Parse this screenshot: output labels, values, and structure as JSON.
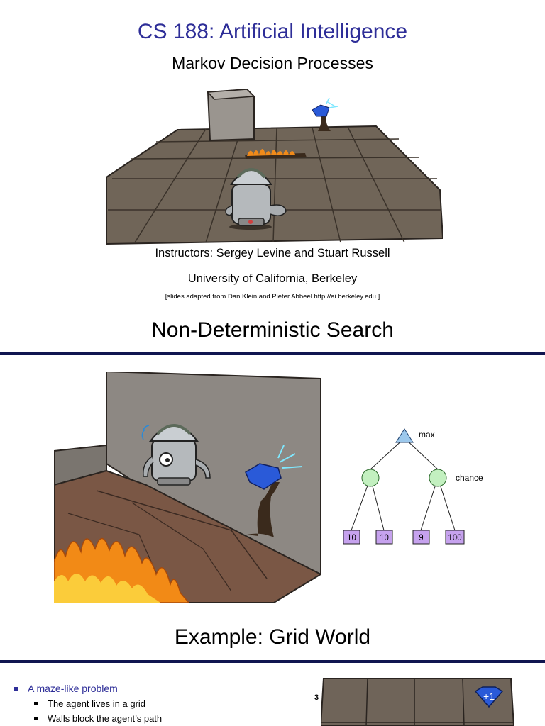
{
  "slide1": {
    "title": "CS 188: Artificial Intelligence",
    "subtitle": "Markov Decision Processes",
    "instructors": "Instructors: Sergey Levine and Stuart Russell",
    "university": "University of California, Berkeley",
    "credit": "[slides adapted from Dan Klein and Pieter Abbeel http://ai.berkeley.edu.]"
  },
  "slide2": {
    "title": "Non-Deterministic Search",
    "tree": {
      "max_label": "max",
      "chance_label": "chance",
      "leaves": [
        "10",
        "10",
        "9",
        "100"
      ]
    }
  },
  "slide3": {
    "title": "Example: Grid World",
    "bullets": {
      "main": "A maze-like problem",
      "sub": [
        "The agent lives in a grid",
        "Walls block the agent’s path"
      ]
    },
    "grid_row_label": "3",
    "gem_label": "+1"
  },
  "colors": {
    "title_blue": "#2e2e98",
    "rule_navy": "#101650",
    "triangle_fill": "#9cc8ec",
    "chance_fill": "#c3f0c0",
    "leaf_fill": "#c6a2ee"
  }
}
